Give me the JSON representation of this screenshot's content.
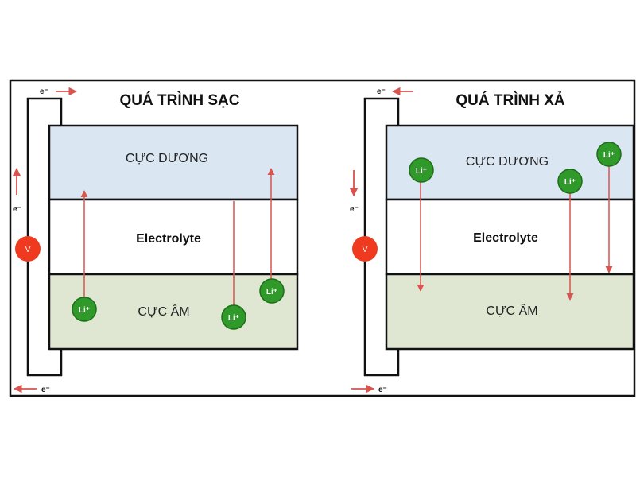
{
  "colors": {
    "positive": "#dbe6f3",
    "electrolyte": "#ffffff",
    "negative": "#dfe7d2",
    "ion": "#2f9a2a",
    "ion_edge": "#1d6e18",
    "arrow": "#d9534f",
    "voltmeter": "#f03a1f",
    "outline": "#111111"
  },
  "charge": {
    "title": "QUÁ TRÌNH SẠC",
    "electron_top": "e⁻",
    "electron_side": "e⁻",
    "electron_bottom": "e⁻",
    "voltmeter": "V",
    "positive_label": "CỰC DƯƠNG",
    "electrolyte_label": "Electrolyte",
    "negative_label": "CỰC ÂM",
    "ions": [
      "Li⁺",
      "Li⁺",
      "Li⁺"
    ]
  },
  "discharge": {
    "title": "QUÁ TRÌNH XẢ",
    "electron_top": "e⁻",
    "electron_side": "e⁻",
    "electron_bottom": "e⁻",
    "voltmeter": "V",
    "positive_label": "CỰC DƯƠNG",
    "electrolyte_label": "Electrolyte",
    "negative_label": "CỰC ÂM",
    "ions": [
      "Li⁺",
      "Li⁺",
      "Li⁺"
    ]
  }
}
